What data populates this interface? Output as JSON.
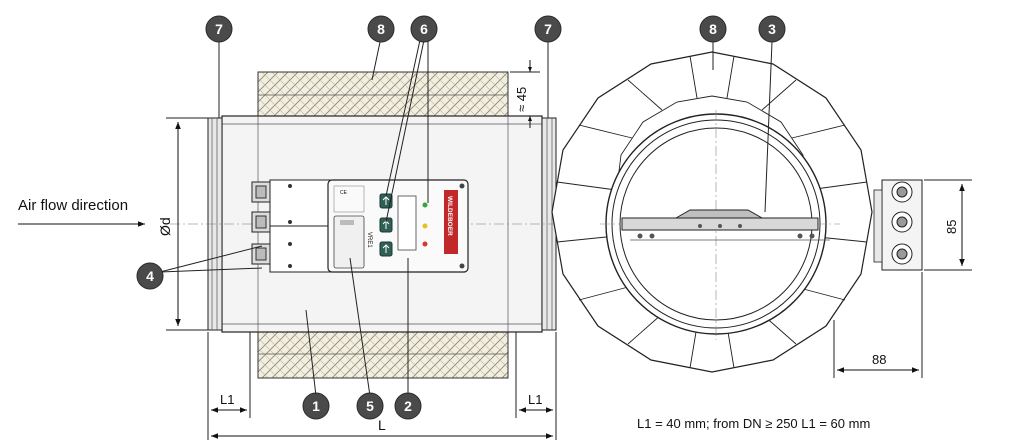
{
  "labels": {
    "air_flow": "Air flow direction",
    "diameter": "Ød",
    "length": "L",
    "l1_left": "L1",
    "l1_right": "L1",
    "insulation": "≈ 45",
    "height_85": "85",
    "width_88": "88",
    "note": "L1 = 40 mm; from DN ≥ 250 L1 = 60 mm",
    "brand": "WILDEBOER",
    "panel_code": "VRE1"
  },
  "badges": {
    "b1": "1",
    "b2": "2",
    "b3": "3",
    "b4": "4",
    "b5": "5",
    "b6": "6",
    "b7a": "7",
    "b7b": "7",
    "b8a": "8",
    "b8b": "8"
  },
  "colors": {
    "badge": "#4a4a4a",
    "led_green": "#3aa33a",
    "led_yellow": "#e6c21a",
    "led_red": "#d23a2a",
    "brand_red": "#c0282a",
    "button": "#2f5f55"
  }
}
